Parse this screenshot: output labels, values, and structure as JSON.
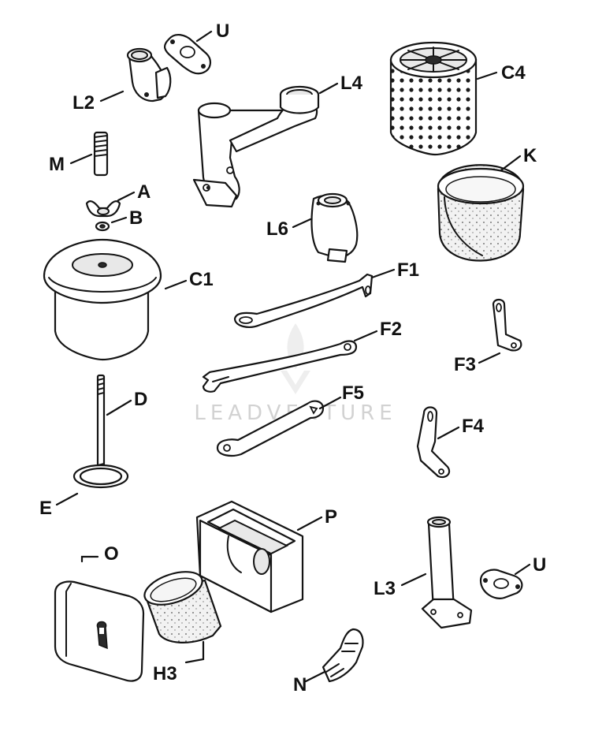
{
  "labels": {
    "U_top": "U",
    "L2": "L2",
    "L4": "L4",
    "C4": "C4",
    "M": "M",
    "A": "A",
    "B": "B",
    "K": "K",
    "L6": "L6",
    "C1": "C1",
    "F1": "F1",
    "F2": "F2",
    "F3": "F3",
    "D": "D",
    "F5": "F5",
    "F4": "F4",
    "E": "E",
    "P": "P",
    "O": "O",
    "U_bottom": "U",
    "L3": "L3",
    "H3": "H3",
    "N": "N"
  },
  "watermark": {
    "text": "LEADVENTURE"
  }
}
